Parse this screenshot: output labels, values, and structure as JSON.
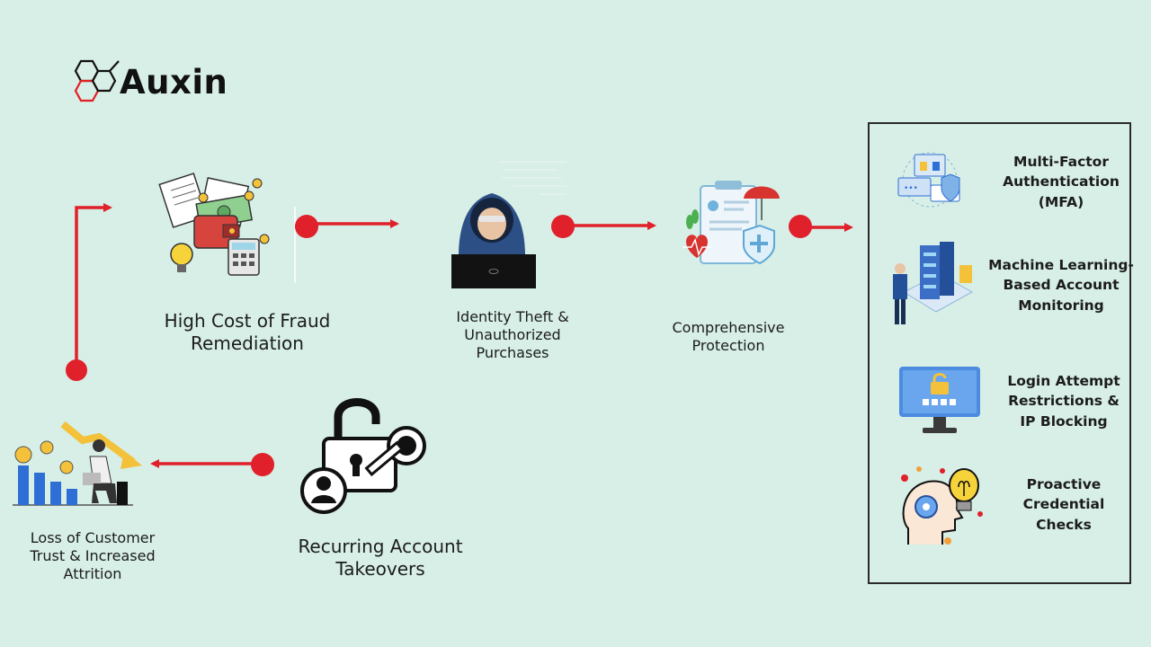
{
  "brand": {
    "name": "Auxin",
    "colors": {
      "primary": "#111111",
      "accent": "#e21f26"
    }
  },
  "flow": {
    "accent_color": "#e0202a",
    "nodes": [
      {
        "id": "high-cost",
        "label_line1": "High Cost of Fraud",
        "label_line2": "Remediation",
        "icon": "money-bills-calculator-icon"
      },
      {
        "id": "identity-theft",
        "label_line1": "Identity Theft &",
        "label_line2": "Unauthorized",
        "label_line3": "Purchases",
        "icon": "hooded-hacker-laptop-icon"
      },
      {
        "id": "protection",
        "label_line1": "Comprehensive",
        "label_line2": "Protection",
        "icon": "insurance-clipboard-umbrella-icon"
      },
      {
        "id": "takeovers",
        "label_line1": "Recurring Account",
        "label_line2": "Takeovers",
        "icon": "padlock-key-user-icon"
      },
      {
        "id": "loss-trust",
        "label_line1": "Loss of Customer",
        "label_line2": "Trust & Increased",
        "label_line3": "Attrition",
        "icon": "declining-chart-person-icon"
      }
    ]
  },
  "solutions": {
    "items": [
      {
        "line1": "Multi-Factor",
        "line2": "Authentication",
        "line3": "(MFA)",
        "icon": "mfa-security-icon"
      },
      {
        "line1": "Machine Learning-",
        "line2": "Based Account",
        "line3": "Monitoring",
        "icon": "server-monitoring-icon"
      },
      {
        "line1": "Login Attempt",
        "line2": "Restrictions &",
        "line3": "IP Blocking",
        "icon": "monitor-password-lock-icon"
      },
      {
        "line1": "Proactive",
        "line2": "Credential",
        "line3": "Checks",
        "icon": "head-gear-lightbulb-icon"
      }
    ]
  }
}
